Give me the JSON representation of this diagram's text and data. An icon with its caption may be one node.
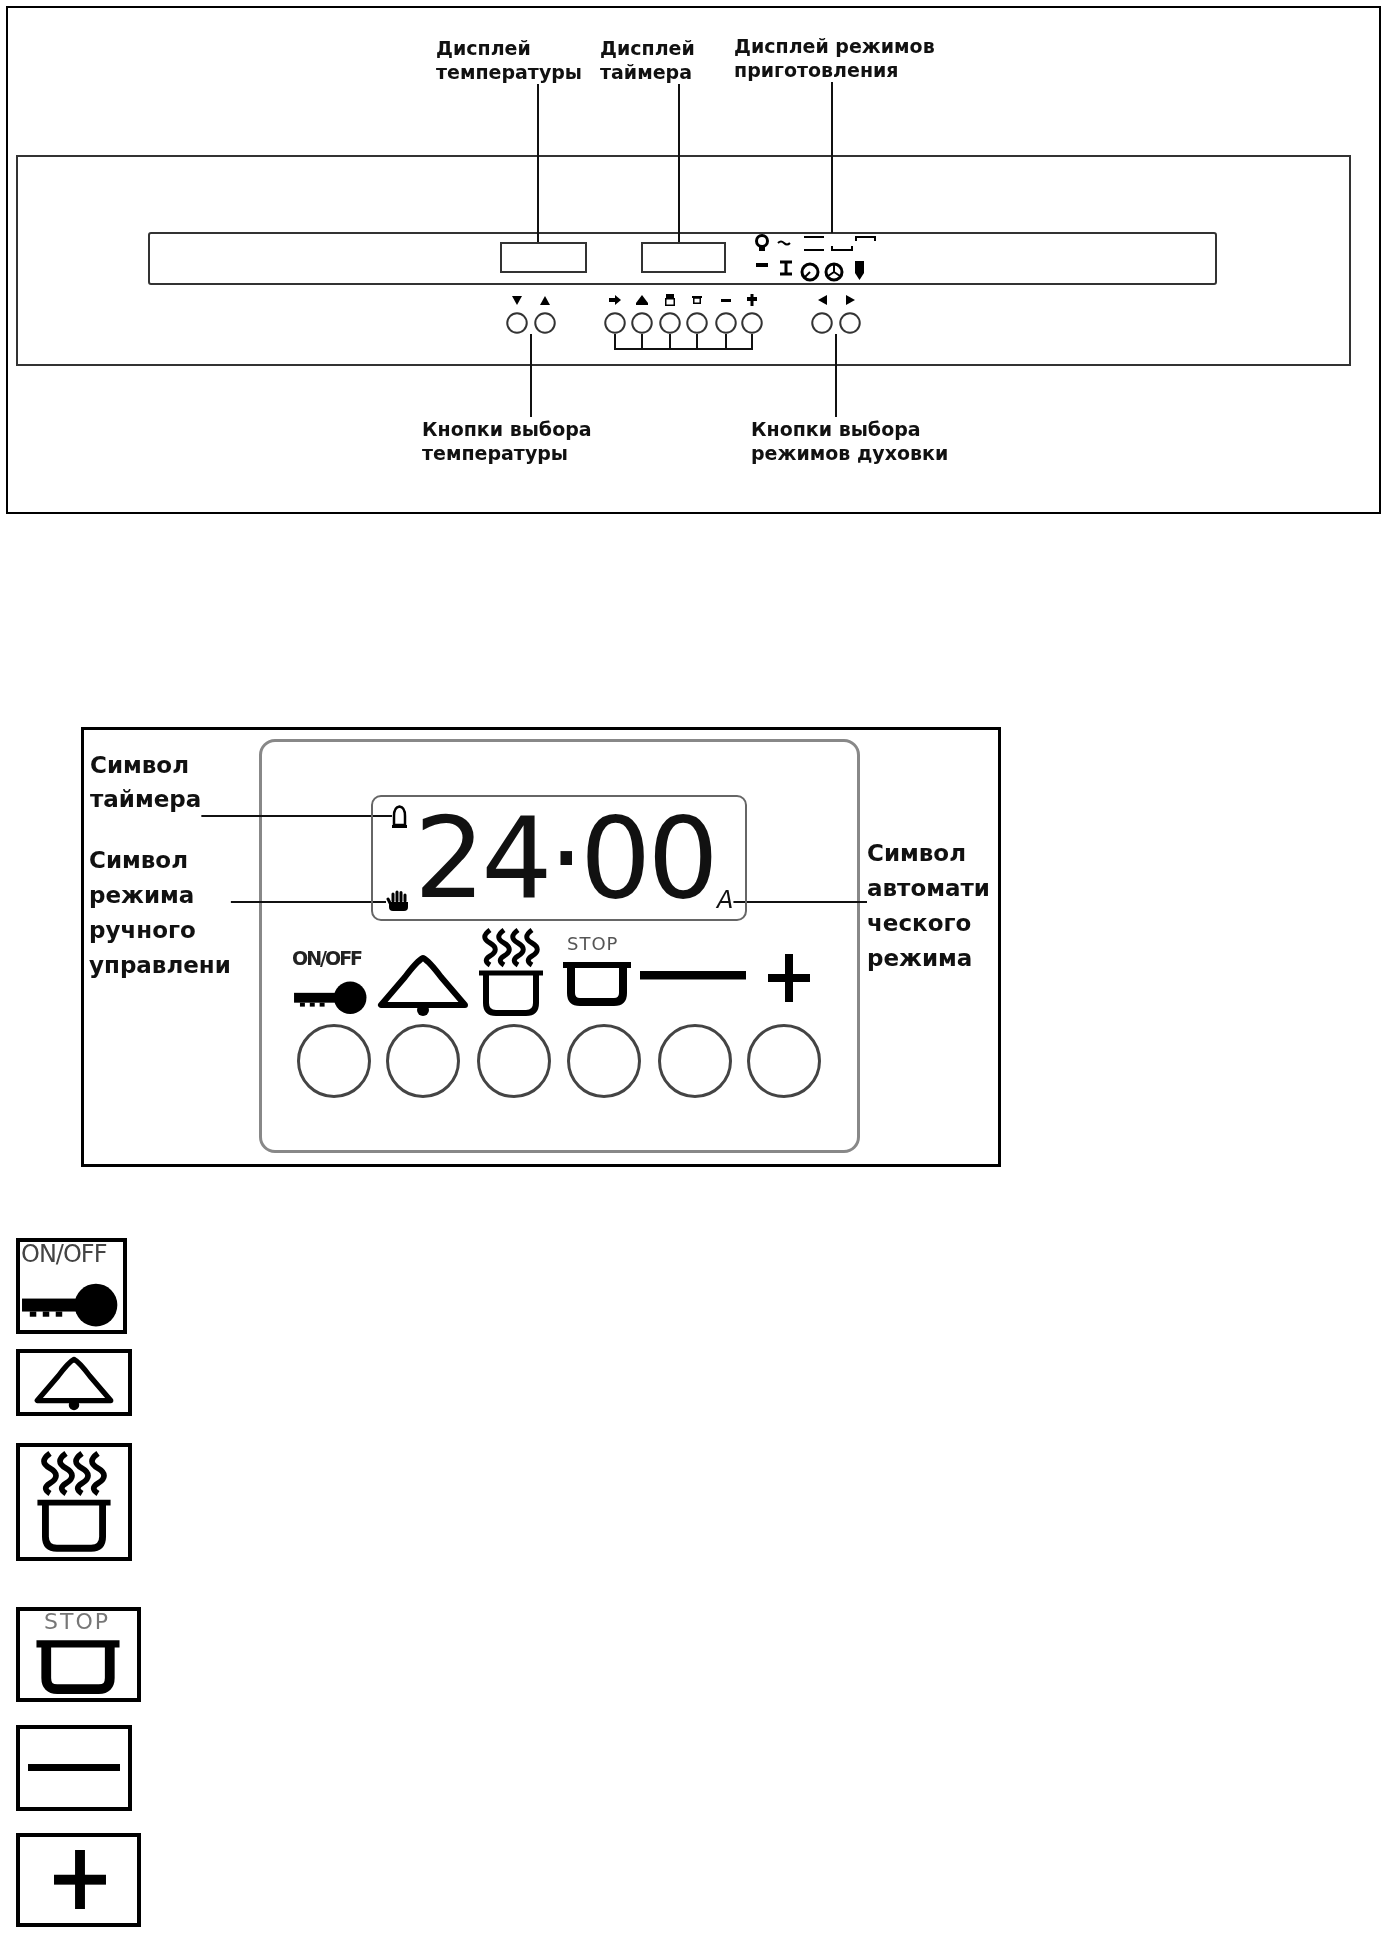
{
  "diagram": {
    "nodes": [
      {
        "text": [
          "Дисплей температуры"
        ]
      },
      {
        "text": [
          "Дисплей таймера"
        ]
      },
      {
        "text": [
          "Дисплей режимов приготовления"
        ]
      },
      {
        "text": [],
        "shape": "box"
      },
      {
        "text": [],
        "shape": "box"
      },
      {
        "text": [],
        "shape": "picture"
      },
      {
        "text": [],
        "shape": "circle"
      },
      {
        "text": [],
        "shape": "circle"
      },
      {
        "text": [],
        "shape": "circle"
      },
      {
        "text": [],
        "shape": "circle"
      },
      {
        "text": [],
        "shape": "circle"
      },
      {
        "text": [],
        "shape": "circle"
      },
      {
        "text": [],
        "shape": "circle"
      },
      {
        "text": [],
        "shape": "circle"
      },
      {
        "text": [
          "Кнопки выбора температуры"
        ]
      },
      {
        "text": [
          "Кнопки выбора режимов духовки"
        ]
      },
      {
        "text": [
          "Символ таймера"
        ]
      },
      {
        "text": [
          "Символ режима ручного управлени"
        ]
      },
      {
        "text": [
          "24·00"
        ]
      },
      {
        "text": [],
        "shape": "picture",
        "in": 18
      },
      {
        "text": [],
        "shape": "picture",
        "in": 18
      },
      {
        "text": [
          "A"
        ],
        "in": 18
      },
      {
        "text": [
          "Символ автомати ческого режима"
        ]
      }
    ],
    "edges": [
      {
        "from": 0,
        "to": 3,
        "arrow": "none"
      },
      {
        "from": 1,
        "to": 4,
        "arrow": "none"
      },
      {
        "from": 2,
        "to": 5,
        "arrow": "none"
      },
      {
        "from": 14,
        "to": 6,
        "arrow": "none"
      },
      {
        "from": 15,
        "to": 13,
        "arrow": "none"
      },
      {
        "from": 16,
        "to": 19,
        "arrow": "none"
      },
      {
        "from": 17,
        "to": 20,
        "arrow": "none"
      },
      {
        "from": 22,
        "to": 21,
        "arrow": "none"
      },
      {
        "from": 7,
        "to": 8,
        "arrow": "none"
      },
      {
        "from": 8,
        "to": 9,
        "arrow": "none"
      },
      {
        "from": 9,
        "to": 10,
        "arrow": "none"
      },
      {
        "from": 10,
        "to": 11,
        "arrow": "none"
      },
      {
        "from": 11,
        "to": 12,
        "arrow": "none"
      }
    ],
    "labels": [
      "ON/OFF",
      "STOP",
      "ON/OFF",
      "STOP"
    ]
  }
}
